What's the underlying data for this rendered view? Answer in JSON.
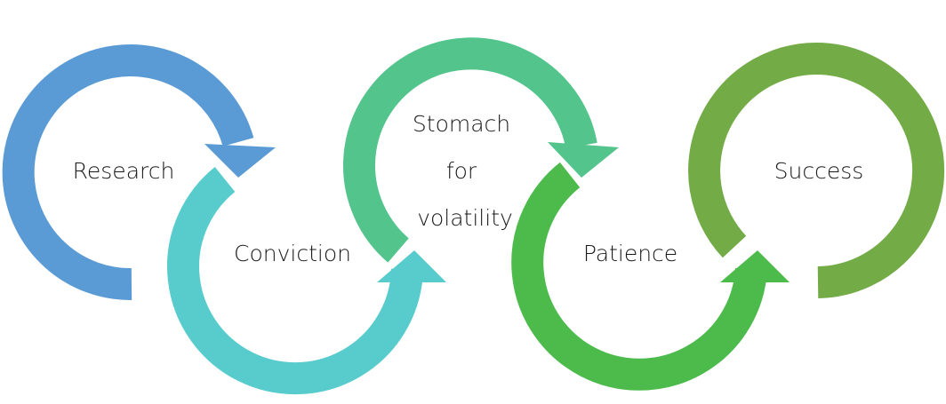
{
  "diagram": {
    "stages": [
      {
        "lines": [
          "Research"
        ],
        "color": "#5b9bd5"
      },
      {
        "lines": [
          "Conviction"
        ],
        "color": "#58cccd"
      },
      {
        "lines": [
          "Stomach",
          "for",
          "volatility"
        ],
        "color": "#52c48c"
      },
      {
        "lines": [
          "Patience"
        ],
        "color": "#4cbb4c"
      },
      {
        "lines": [
          "Success"
        ],
        "color": "#73ac47"
      }
    ]
  }
}
